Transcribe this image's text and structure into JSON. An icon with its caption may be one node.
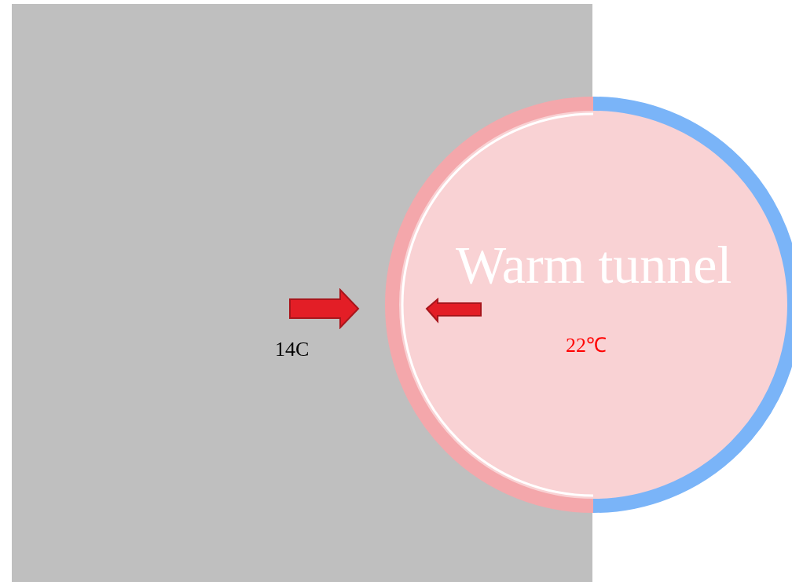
{
  "diagram": {
    "nodes": [
      {
        "text": [
          "Warm tunnel",
          "22℃"
        ]
      }
    ],
    "labels": [
      "14C"
    ]
  }
}
